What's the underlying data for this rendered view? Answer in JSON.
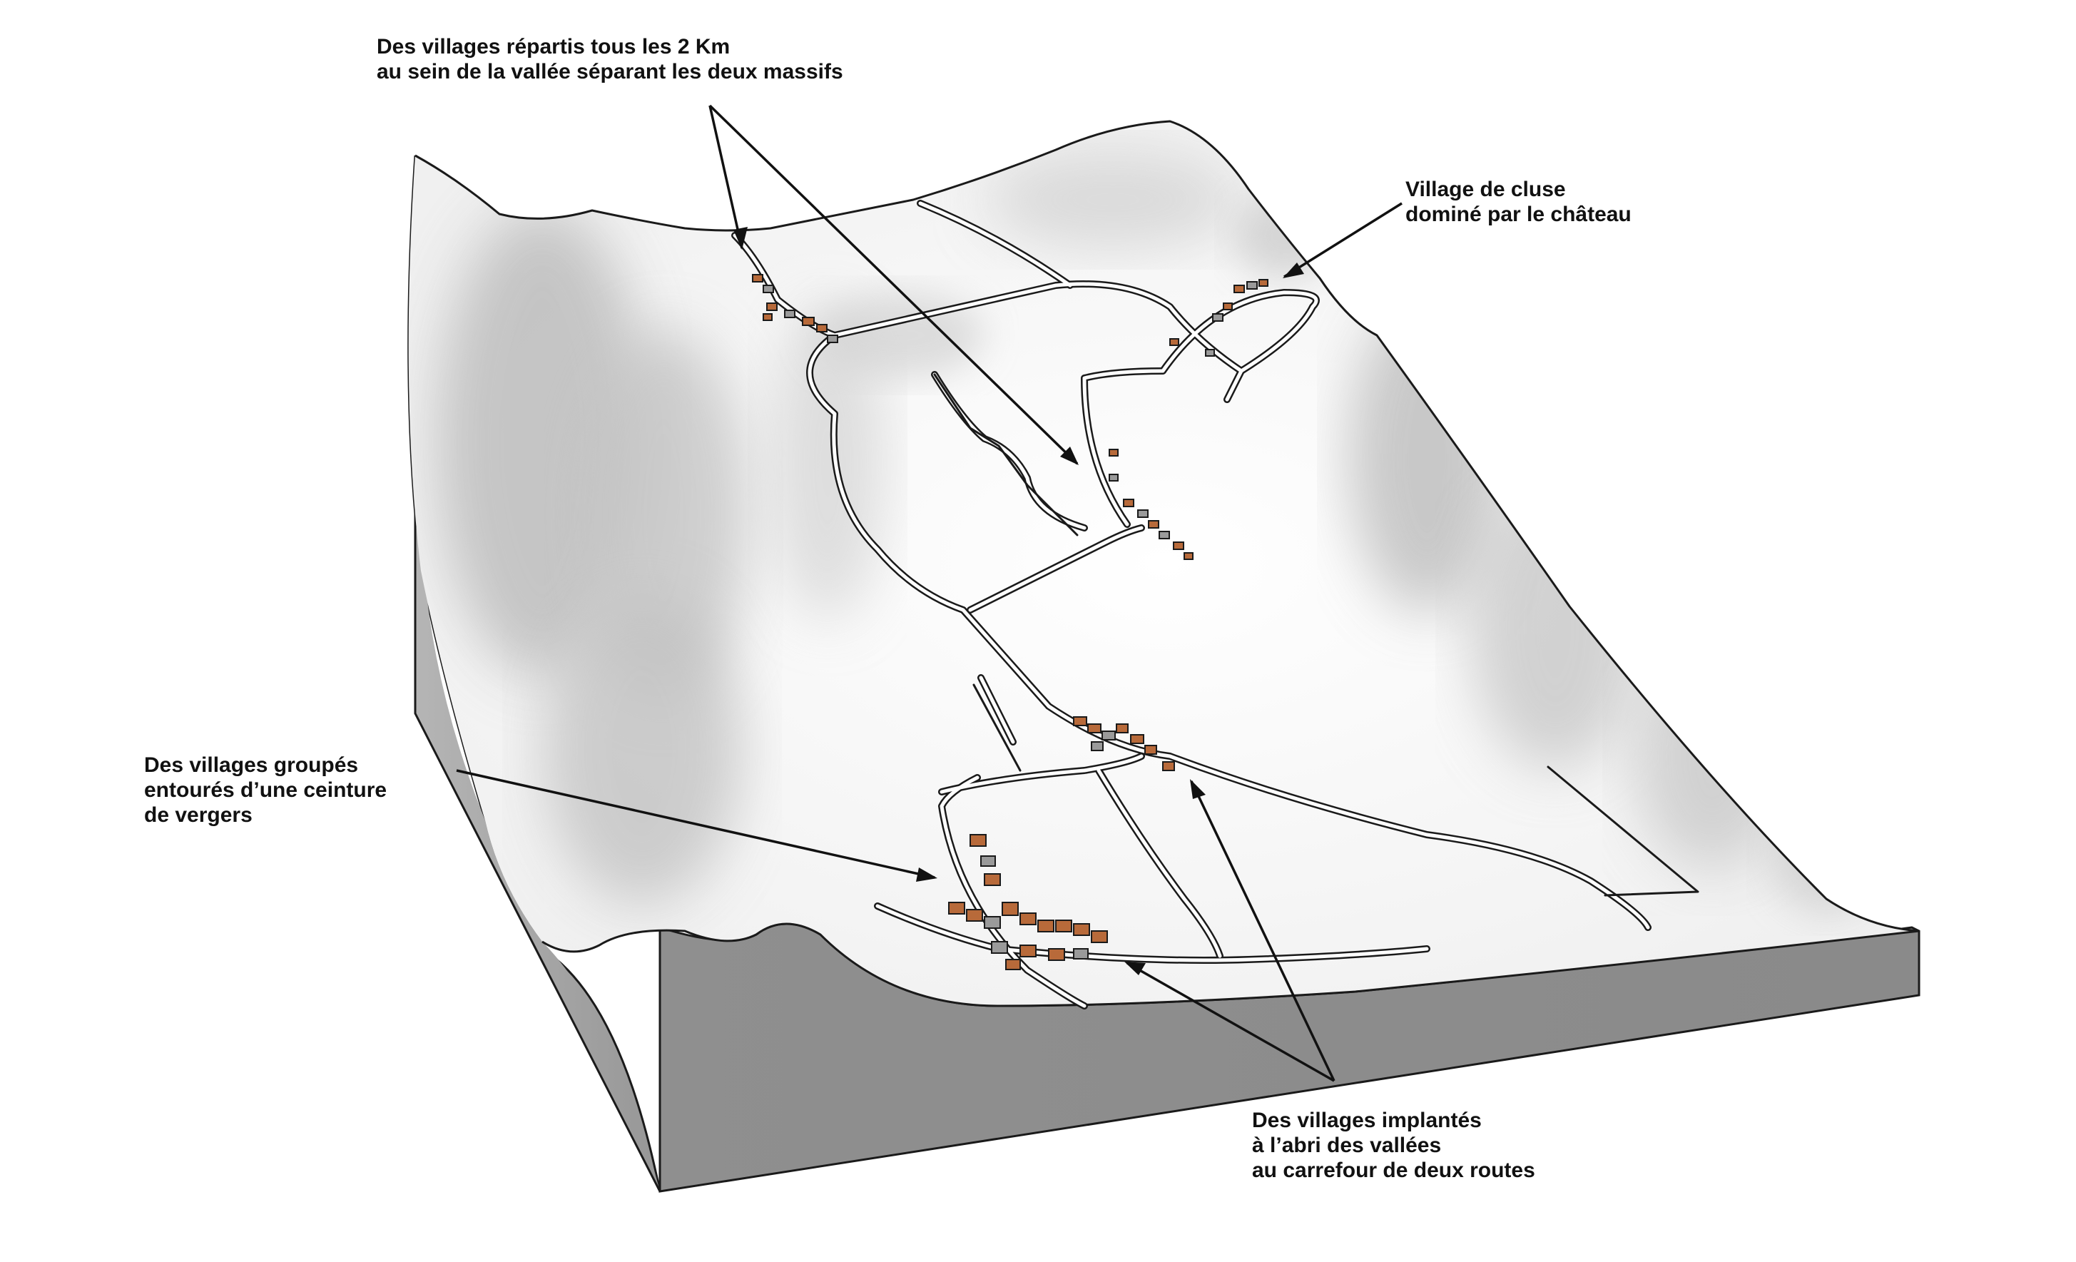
{
  "annotations": {
    "top_villages": {
      "lines": [
        "Des villages répartis tous les 2 Km",
        "au sein de la vallée séparant les deux massifs"
      ]
    },
    "cluse_village": {
      "lines": [
        "Village de cluse",
        "dominé par le château"
      ]
    },
    "grouped_villages": {
      "lines": [
        "Des villages groupés",
        "entourés d’une ceinture",
        "de vergers"
      ]
    },
    "sheltered_villages": {
      "lines": [
        "Des villages implantés",
        "à l’abri des vallées",
        "au carrefour de deux routes"
      ]
    }
  },
  "colors": {
    "block_side": "#9a9a9a",
    "block_front": "#8a8a8a",
    "terrain_light": "#f4f4f4",
    "terrain_shadow": "#c9c9c9",
    "road": "#ffffff",
    "roof": "#b86a3a",
    "outline": "#1a1a1a"
  }
}
